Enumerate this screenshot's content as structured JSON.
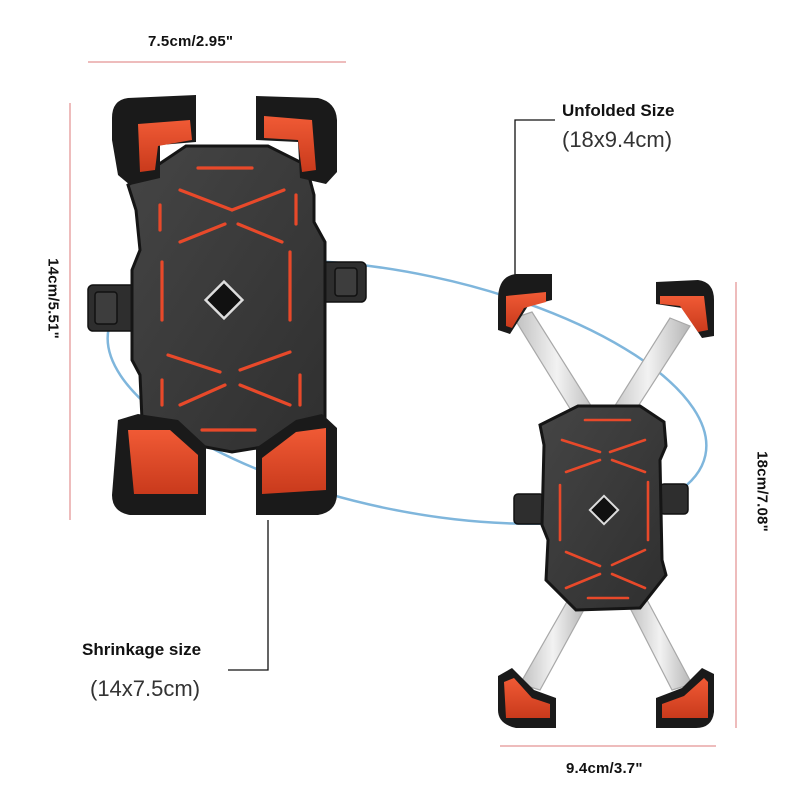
{
  "dimensions": {
    "folded_width": "7.5cm/2.95\"",
    "folded_height": "14cm/5.51\"",
    "unfolded_height": "18cm/7.08\"",
    "unfolded_width": "9.4cm/3.7\""
  },
  "callouts": {
    "unfolded_title": "Unfolded Size",
    "unfolded_value": "(18x9.4cm)",
    "shrinkage_title": "Shrinkage size",
    "shrinkage_value": "(14x7.5cm)"
  },
  "colors": {
    "accent": "#e8492a",
    "body": "#3a3a3a",
    "frame": "#1a1a1a",
    "dimension_line": "#e9a5a5",
    "ellipse": "#7fb6dc",
    "arm": "#d9d9d9"
  }
}
